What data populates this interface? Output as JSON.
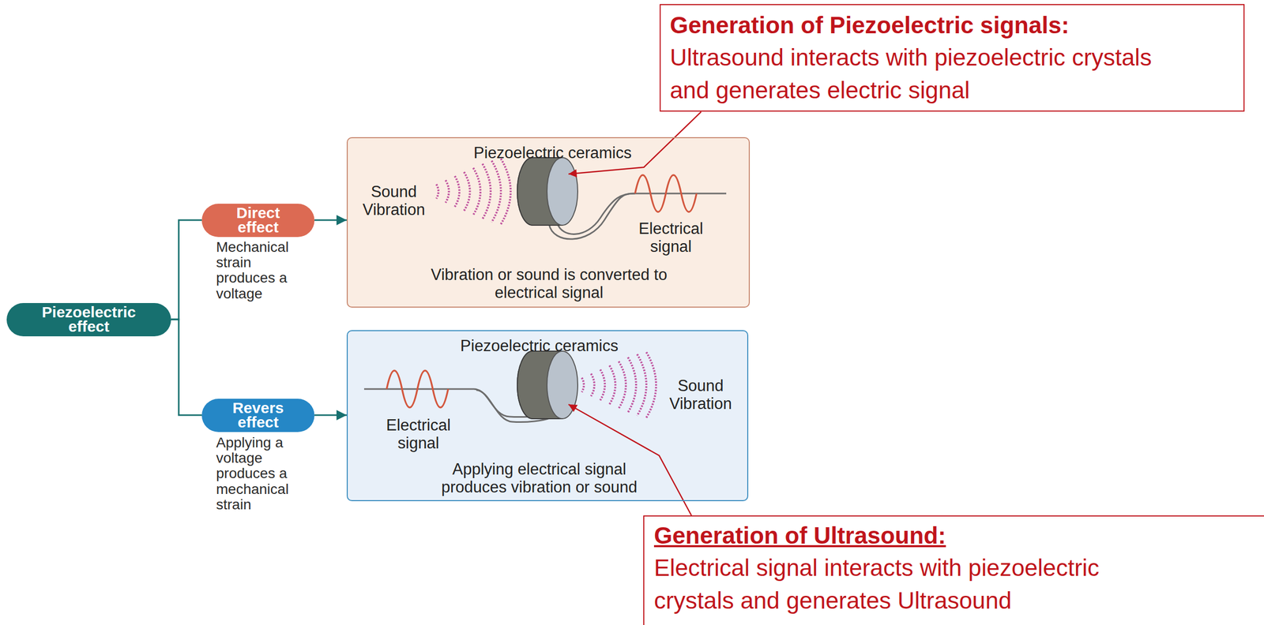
{
  "diagram": {
    "nodes": [
      {
        "text": [
          "Piezoelectric effect"
        ]
      },
      {
        "text": [
          "Direct effect"
        ]
      },
      {
        "text": [
          "Revers effect"
        ]
      },
      {
        "text": [
          "Piezoelectric ceramics",
          "Sound Vibration",
          "Electrical signal",
          "Vibration or sound is converted to electrical signal"
        ]
      },
      {
        "text": [
          "Piezoelectric ceramics",
          "Electrical signal",
          "Sound Vibration",
          "Applying electrical signal produces vibration or sound"
        ]
      },
      {
        "text": [
          "Generation of Piezoelectric signals:",
          "Ultrasound interacts with piezoelectric crystals and generates electric signal"
        ]
      },
      {
        "text": [
          "Generation of Ultrasound:",
          "Electrical signal interacts with piezoelectric crystals and generates Ultrasound"
        ]
      }
    ],
    "edges": [
      {
        "from": 0,
        "to": 1,
        "arrow": "none"
      },
      {
        "from": 0,
        "to": 2,
        "arrow": "none"
      },
      {
        "from": 1,
        "to": 3,
        "arrow": "to"
      },
      {
        "from": 2,
        "to": 4,
        "arrow": "to"
      },
      {
        "from": 5,
        "to": 3,
        "arrow": "to"
      },
      {
        "from": 6,
        "to": 4,
        "arrow": "to"
      }
    ],
    "labels": [
      "Mechanical strain produces a voltage",
      "Applying a voltage produces a mechanical strain"
    ]
  }
}
